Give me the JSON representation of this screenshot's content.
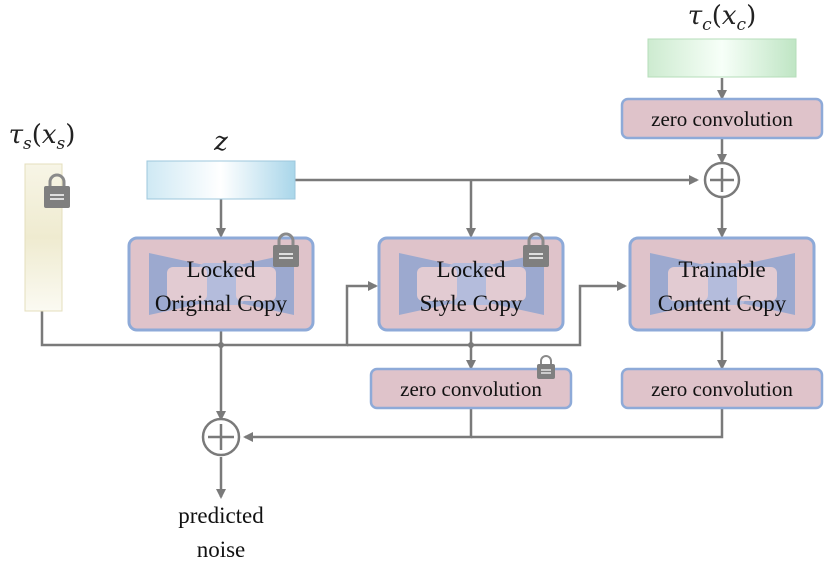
{
  "diagram": {
    "inputs": {
      "style": {
        "symbol": "τ",
        "sub": "s",
        "arg": "x",
        "arg_sub": "s"
      },
      "content": {
        "symbol": "τ",
        "sub": "c",
        "arg": "x",
        "arg_sub": "c"
      },
      "latent": {
        "symbol": "z"
      }
    },
    "blocks": {
      "locked_original": {
        "line1": "Locked",
        "line2": "Original Copy"
      },
      "locked_style": {
        "line1": "Locked",
        "line2": "Style Copy"
      },
      "trainable_content": {
        "line1": "Trainable",
        "line2": "Content Copy"
      }
    },
    "zero_conv_label": "zero convolution",
    "output": {
      "line1": "predicted",
      "line2": "noise"
    },
    "colors": {
      "arrow": "#7a7a7a",
      "block_fill": "#dfc3ca",
      "block_border": "#8eaad8",
      "unet_shape": "#9ca9cf",
      "latent_fill": "#bfe0ef",
      "content_fill": "#d6efd8",
      "style_fill": "#f3f0dc",
      "lock": "#7f7f7f"
    }
  }
}
